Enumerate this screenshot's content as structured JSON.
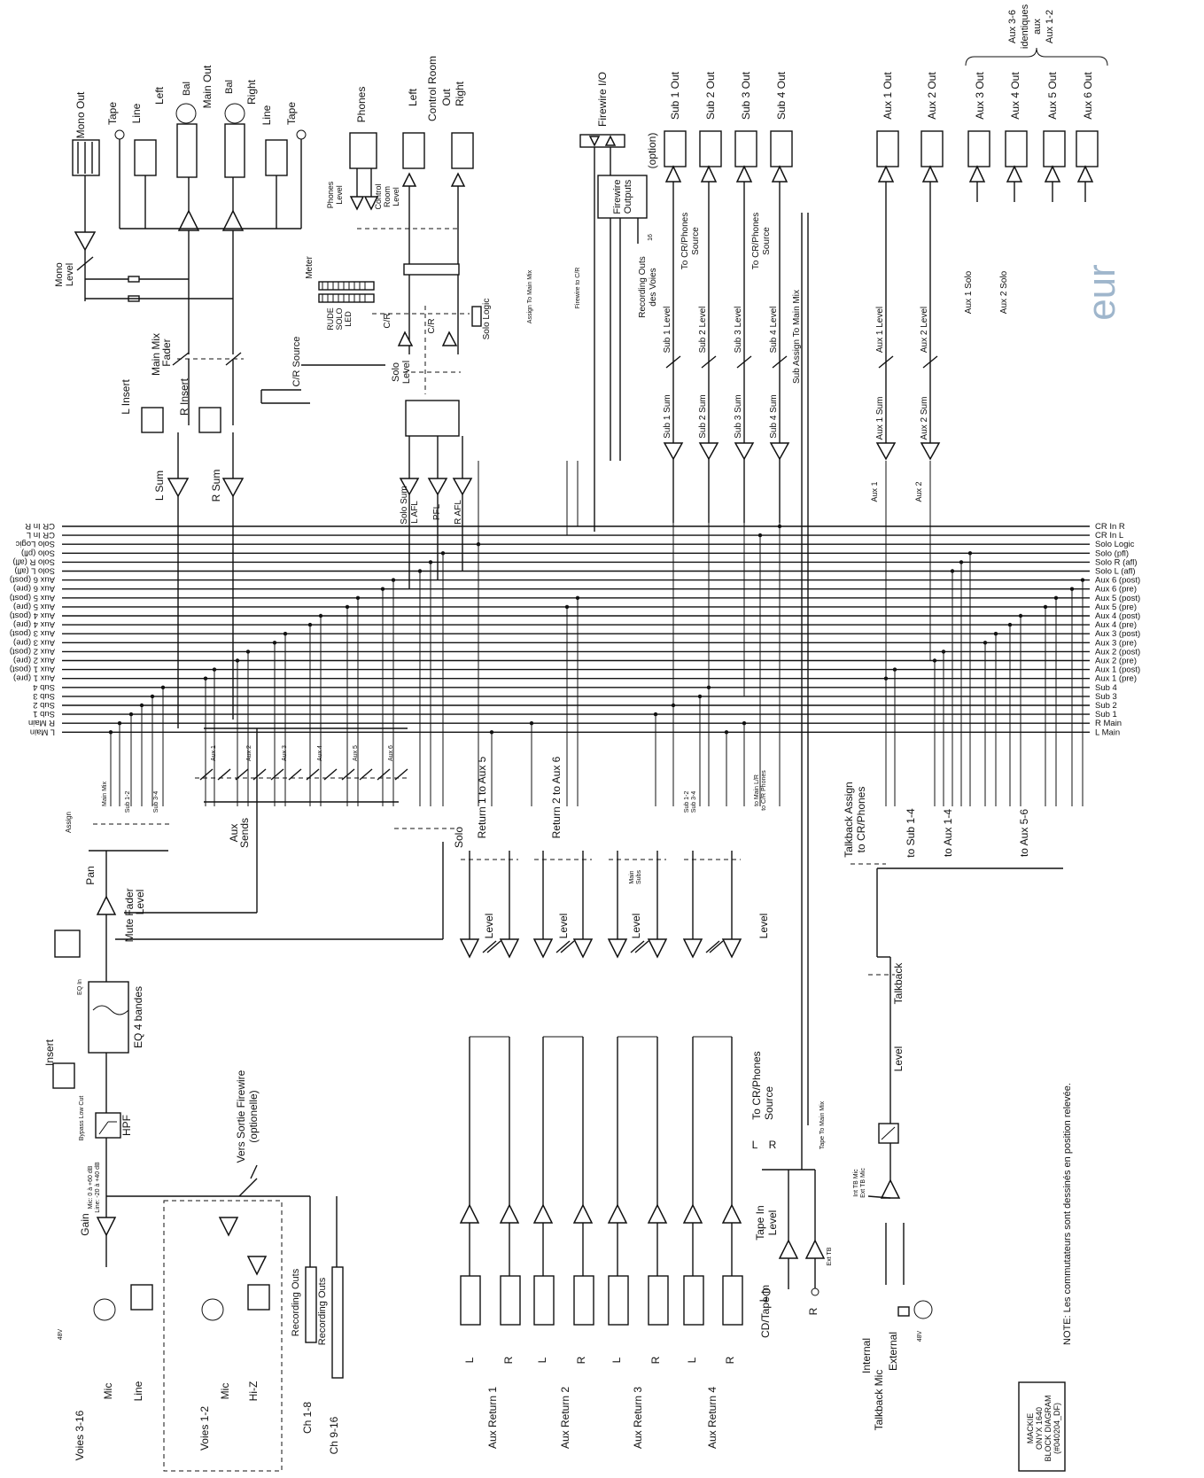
{
  "bus_labels": [
    "CR In R",
    "CR In L",
    "Solo Logic",
    "Solo (pfl)",
    "Solo R (afl)",
    "Solo L (afl)",
    "Aux 6 (post)",
    "Aux 6 (pre)",
    "Aux 5 (post)",
    "Aux 5 (pre)",
    "Aux 4 (post)",
    "Aux 4 (pre)",
    "Aux 3 (post)",
    "Aux 3 (pre)",
    "Aux 2 (post)",
    "Aux 2 (pre)",
    "Aux 1 (post)",
    "Aux 1 (pre)",
    "Sub 4",
    "Sub 3",
    "Sub 2",
    "Sub 1",
    "R Main",
    "L Main"
  ],
  "top_outputs": {
    "mono_out": "Mono Out",
    "tape_l": "Tape",
    "line_l": "Line",
    "left": "Left",
    "bal": "Bal",
    "main_out": "Main Out",
    "right": "Right",
    "line_r": "Line",
    "tape_r": "Tape",
    "phones": "Phones",
    "cr_left": "Left",
    "cr_title": "Control Room",
    "cr_out": "Out",
    "cr_right": "Right",
    "firewire_io": "Firewire I/O",
    "sub1_out": "Sub 1 Out",
    "sub2_out": "Sub 2 Out",
    "sub3_out": "Sub 3 Out",
    "sub4_out": "Sub 4 Out",
    "aux1_out": "Aux 1 Out",
    "aux2_out": "Aux 2 Out",
    "aux3_out": "Aux 3 Out",
    "aux4_out": "Aux 4 Out",
    "aux5_out": "Aux 5 Out",
    "aux6_out": "Aux 6 Out",
    "aux_ident_1": "Aux 3-6",
    "aux_ident_2": "identiques",
    "aux_ident_3": "aux",
    "aux_ident_4": "Aux 1-2"
  },
  "top_labels": {
    "mono_level_1": "Mono",
    "mono_level_2": "Level",
    "main_mix_1": "Main Mix",
    "main_mix_2": "Fader",
    "l_insert": "L Insert",
    "r_insert": "R Insert",
    "l_sum": "L Sum",
    "r_sum": "R Sum",
    "cr_source": "C/R Source",
    "meter": "Meter",
    "rude_1": "RUDE",
    "rude_2": "SOLO",
    "rude_3": "LED",
    "solo_level_1": "Solo",
    "solo_level_2": "Level",
    "solo_logic": "Solo Logic",
    "solo_sum": "Solo Sum",
    "l_afl": "L AFL",
    "pfl": "PFL",
    "r_afl": "R AFL",
    "phones_level_1": "Phones",
    "phones_level_2": "Level",
    "cr_level_1": "Control",
    "cr_level_2": "Room",
    "cr_level_3": "Level",
    "fw_outputs_1": "Firewire",
    "fw_outputs_2": "Outputs",
    "fw_option": "(option)",
    "rec_outs_1": "Recording Outs",
    "rec_outs_2": "des Voies",
    "rec_16": "16",
    "to_cr_1": "To CR/Phones",
    "to_cr_2": "Source",
    "to_cr_3": "To CR/Phones",
    "to_cr_4": "Source",
    "sub_assign": "Sub Assign To Main Mix",
    "sub1_level": "Sub 1 Level",
    "sub2_level": "Sub 2 Level",
    "sub3_level": "Sub 3 Level",
    "sub4_level": "Sub 4 Level",
    "sub1_sum": "Sub 1 Sum",
    "sub2_sum": "Sub 2 Sum",
    "sub3_sum": "Sub 3 Sum",
    "sub4_sum": "Sub 4 Sum",
    "aux1_level": "Aux 1 Level",
    "aux2_level": "Aux 2 Level",
    "aux1_sum": "Aux 1 Sum",
    "aux2_sum": "Aux 2 Sum",
    "aux1_solo": "Aux 1 Solo",
    "aux2_solo": "Aux 2 Solo",
    "aux1_label": "Aux 1",
    "aux2_label": "Aux 2",
    "assign_main": "Assign To Main Mix",
    "fw_to_cr": "Firewire to C/R",
    "cr_l": "C/R",
    "cr_r": "C/R",
    "pfl_afl": "PFL",
    "afl": "AFL",
    "main_lbl": "Main"
  },
  "channel": {
    "gain": "Gain",
    "hpf": "HPF",
    "bypass": "Bypass Low Cut",
    "insert": "Insert",
    "eq": "EQ 4 bandes",
    "eq_in": "EQ In",
    "mute": "Mute",
    "fader_1": "Fader",
    "fader_2": "Level",
    "pan": "Pan",
    "assign": "Assign",
    "main_mix": "Main Mix",
    "sub12": "Sub 1-2",
    "sub34": "Sub 3-4",
    "aux_sends_1": "Aux",
    "aux_sends_2": "Sends",
    "solo": "Solo",
    "aux1": "Aux 1",
    "aux2": "Aux 2",
    "aux3": "Aux 3",
    "aux4": "Aux 4",
    "aux5": "Aux 5",
    "aux6": "Aux 6",
    "mic_gain": "Mic: 0 à +60 dB",
    "line_gain": "Line: -20 à +40 dB"
  },
  "inputs": {
    "voies316": "Voies 3-16",
    "mic": "Mic",
    "line": "Line",
    "v48": "48V",
    "voies12": "Voies 1-2",
    "mic2": "Mic",
    "hiz": "Hi-Z",
    "fw_send_1": "Vers Sortie Firewire",
    "fw_send_2": "(optionelle)",
    "rec_outs": "Recording Outs",
    "ch18": "Ch 1-8",
    "rec_outs_b": "Recording Outs",
    "ch916": "Ch 9-16"
  },
  "returns": {
    "r1_to_aux5": "Return 1 to Aux 5",
    "r2_to_aux6": "Return 2 to Aux 6",
    "level": "Level",
    "aux_return_1": "Aux Return 1",
    "aux_return_2": "Aux Return 2",
    "aux_return_3": "Aux Return 3",
    "aux_return_4": "Aux Return 4",
    "l": "L",
    "r": "R",
    "sub12": "Sub 1-2",
    "sub34": "Sub 3-4",
    "main_lr": "to Main L/R",
    "to_crph": "to C/R Phones",
    "main": "Main",
    "subs": "Subs"
  },
  "talkback": {
    "assign_1": "Talkback Assign",
    "assign_2": "to CR/Phones",
    "to_sub14": "to Sub 1-4",
    "to_aux14": "to Aux 1-4",
    "to_aux56": "to Aux 5-6",
    "talkback": "Talkback",
    "level": "Level",
    "to_cr_1": "To CR/Phones",
    "to_cr_2": "Source",
    "tape_to_main": "Tape To Main Mix",
    "tape_in_1": "Tape In",
    "tape_in_2": "Level",
    "cdtape": "CD/Tape In",
    "internal": "Internal",
    "tb_mic": "Talkback Mic",
    "external": "External",
    "int_tb": "Int TB Mic",
    "ext_tb": "Ext TB Mic",
    "ext_tb2": "Ext TB",
    "v48": "48V",
    "l": "L",
    "r": "R"
  },
  "note": "NOTE: Les commutateurs sont dessinés en position relevée.",
  "footer": {
    "line1": "MACKIE",
    "line2": "ONYX 1640",
    "line3": "BLOCK DIAGRAM",
    "line4": "(#040204_DF)"
  },
  "corner": "eur"
}
